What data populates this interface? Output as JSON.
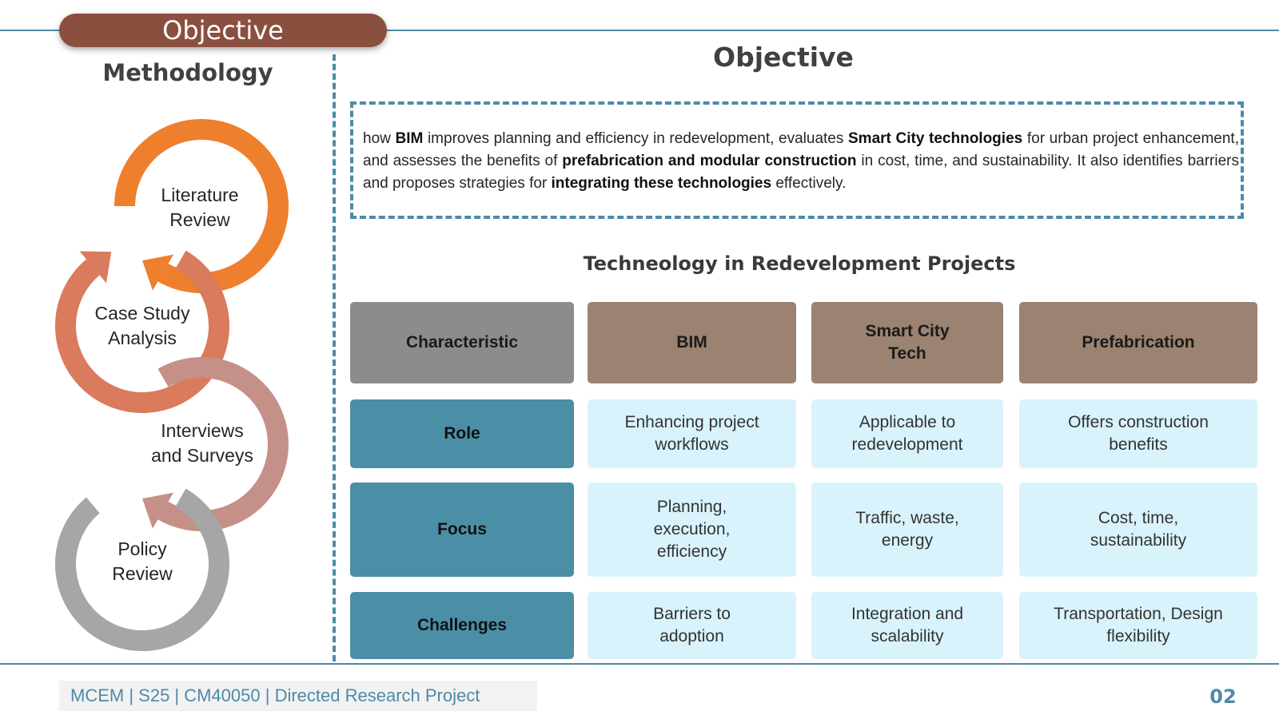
{
  "header": {
    "pill_label": "Objective",
    "methodology_title": "Methodology"
  },
  "methodology_steps": [
    {
      "label_line1": "Literature",
      "label_line2": "Review",
      "color": "#ee7f2d"
    },
    {
      "label_line1": "Case Study",
      "label_line2": "Analysis",
      "color": "#d97b5c"
    },
    {
      "label_line1": "Interviews",
      "label_line2": "and Surveys",
      "color": "#c49088"
    },
    {
      "label_line1": "Policy",
      "label_line2": "Review",
      "color": "#a6a6a6"
    }
  ],
  "objective": {
    "title": "Objective",
    "segments": [
      {
        "text": "how ",
        "bold": false
      },
      {
        "text": "BIM",
        "bold": true
      },
      {
        "text": " improves planning and efficiency in redevelopment, evaluates ",
        "bold": false
      },
      {
        "text": "Smart City technologies",
        "bold": true
      },
      {
        "text": " for urban project enhancement, and assesses the benefits of ",
        "bold": false
      },
      {
        "text": "prefabrication and modular construction",
        "bold": true
      },
      {
        "text": " in cost, time, and sustainability. It also identifies barriers and proposes strategies for ",
        "bold": false
      },
      {
        "text": "integrating these technologies",
        "bold": true
      },
      {
        "text": " effectively.",
        "bold": false
      }
    ]
  },
  "table": {
    "title": "Techneology in Redevelopment Projects",
    "header_characteristic": "Characteristic",
    "col_bim": "BIM",
    "col_smart_line1": "Smart City",
    "col_smart_line2": "Tech",
    "col_prefab": "Prefabrication",
    "rows": [
      {
        "label": "Role",
        "bim": [
          "Enhancing project",
          "workflows"
        ],
        "smart": [
          "Applicable to",
          "redevelopment"
        ],
        "prefab": [
          "Offers construction",
          "benefits"
        ]
      },
      {
        "label": "Focus",
        "bim": [
          "Planning,",
          "execution,",
          "efficiency"
        ],
        "smart": [
          "Traffic, waste,",
          "energy"
        ],
        "prefab": [
          "Cost, time,",
          "sustainability"
        ]
      },
      {
        "label": "Challenges",
        "bim": [
          "Barriers to",
          "adoption"
        ],
        "smart": [
          "Integration and",
          "scalability"
        ],
        "prefab": [
          "Transportation, Design",
          "flexibility"
        ]
      }
    ]
  },
  "footer": {
    "course": "MCEM | S25 | CM40050 | Directed Research Project",
    "page_number": "02"
  },
  "colors": {
    "accent": "#4e8aa6",
    "pill": "#8a4f3f",
    "header_gray": "#8c8c8c",
    "header_brown": "#9b8271",
    "row_head": "#4a8fa6",
    "cell_bg": "#d9f3fc"
  }
}
